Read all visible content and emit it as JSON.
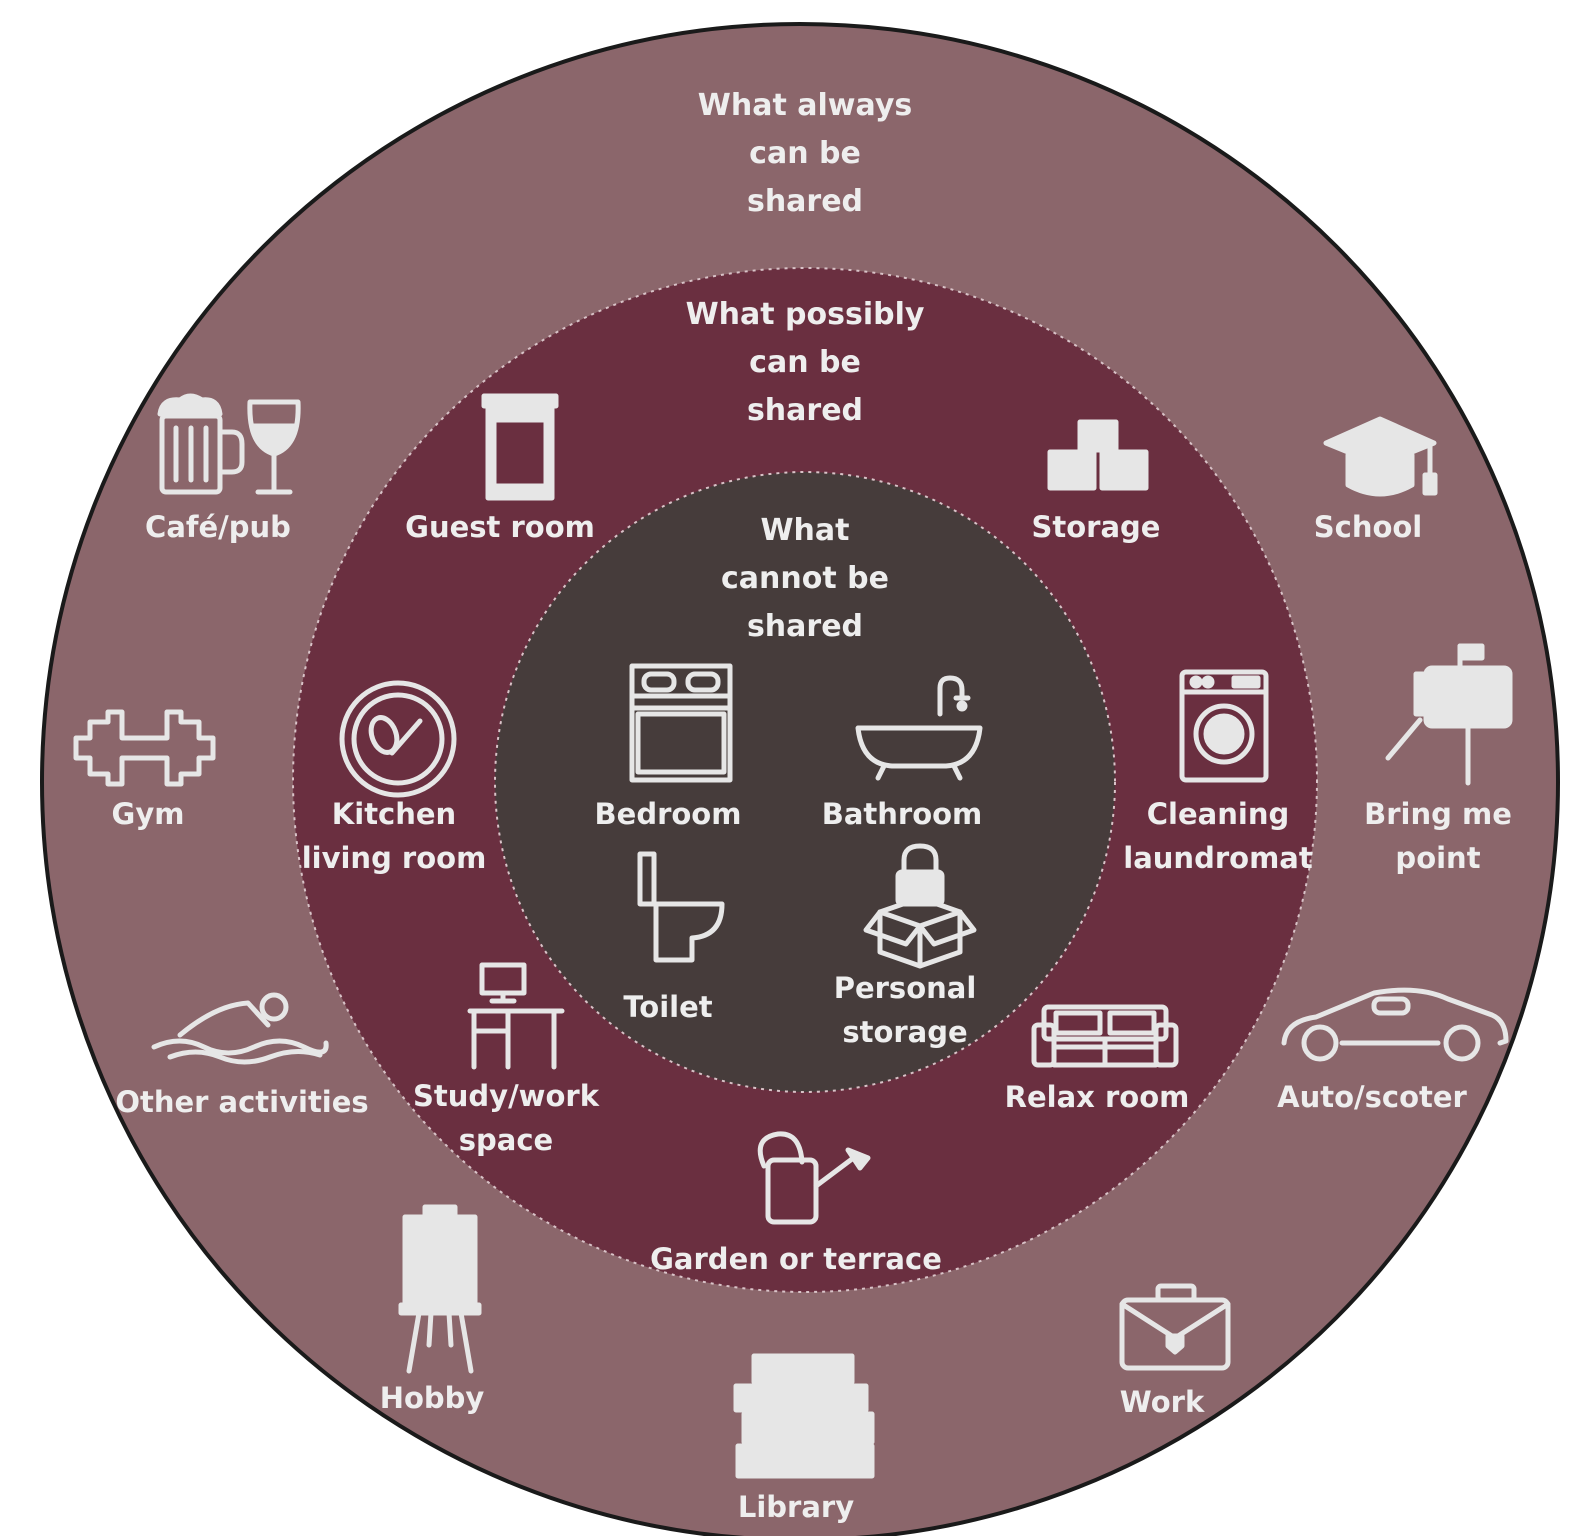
{
  "colors": {
    "outer_ring": "#8b666b",
    "middle_ring": "#6a2f40",
    "inner_circle": "#463c3b",
    "label_text": "#eeeeee",
    "icon": "#e6e6e6"
  },
  "zones": {
    "always": "What always\ncan be\nshared",
    "possibly": "What possibly\ncan be\nshared",
    "cannot": "What\ncannot be\nshared"
  },
  "inner_items": {
    "bedroom": "Bedroom",
    "bathroom": "Bathroom",
    "toilet": "Toilet",
    "personal_storage": "Personal\nstorage"
  },
  "middle_items": {
    "guest_room": "Guest room",
    "storage": "Storage",
    "kitchen": "Kitchen\nliving room",
    "cleaning": "Cleaning\nlaundromat",
    "study": "Study/work\nspace",
    "relax": "Relax room",
    "garden": "Garden or terrace"
  },
  "outer_items": {
    "cafe": "Café/pub",
    "school": "School",
    "gym": "Gym",
    "bring_me": "Bring me\npoint",
    "other": "Other activities",
    "auto": "Auto/scoter",
    "hobby": "Hobby",
    "work": "Work",
    "library": "Library"
  },
  "icons": {
    "cafe": "beer-wine-icon",
    "school": "graduation-cap-icon",
    "gym": "dumbbell-icon",
    "bring_me": "mailbox-icon",
    "other": "swimmer-icon",
    "auto": "car-icon",
    "hobby": "easel-icon",
    "work": "briefcase-icon",
    "library": "books-icon",
    "guest_room": "door-icon",
    "storage": "boxes-icon",
    "kitchen": "plate-icon",
    "cleaning": "washing-machine-icon",
    "study": "desk-icon",
    "relax": "sofa-icon",
    "garden": "watering-can-icon",
    "bedroom": "bed-icon",
    "bathroom": "bathtub-icon",
    "toilet": "toilet-icon",
    "personal_storage": "locked-box-icon"
  }
}
